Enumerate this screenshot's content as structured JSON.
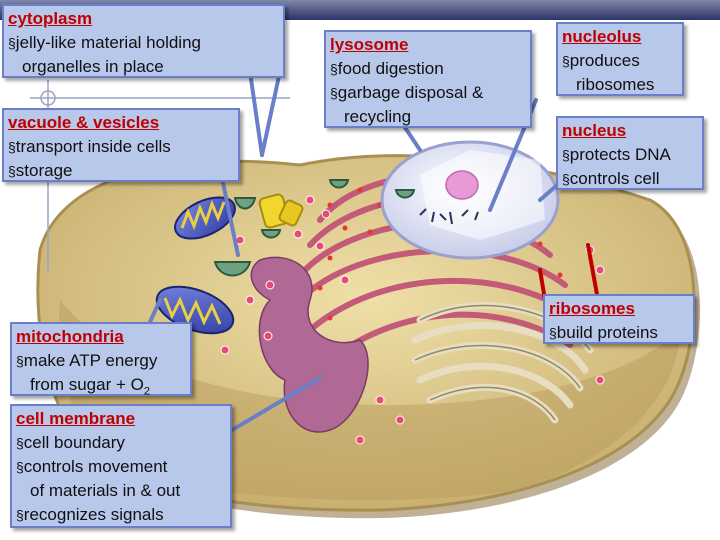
{
  "labels": {
    "cytoplasm": {
      "title": "cytoplasm",
      "lines": [
        "jelly-like material holding",
        "organelles in place"
      ]
    },
    "vacuole": {
      "title": "vacuole & vesicles",
      "lines": [
        "transport inside cells",
        "storage"
      ]
    },
    "mitochondria": {
      "title": "mitochondria",
      "line1": "make ATP energy",
      "line2_text": "from sugar + O",
      "line2_sub": "2"
    },
    "membrane": {
      "title": "cell membrane",
      "lines": [
        "cell boundary",
        "controls movement",
        "of materials in & out",
        "recognizes signals"
      ]
    },
    "lysosome": {
      "title": "lysosome",
      "lines": [
        "food digestion",
        "garbage disposal &",
        "recycling"
      ]
    },
    "nucleolus": {
      "title": "nucleolus",
      "lines": [
        "produces",
        "ribosomes"
      ]
    },
    "nucleus": {
      "title": "nucleus",
      "lines": [
        "protects DNA",
        "controls cell"
      ]
    },
    "ribosomes": {
      "title": "ribosomes",
      "lines": [
        "build proteins"
      ]
    }
  },
  "colors": {
    "label_fill": "#b8c8ea",
    "label_border": "#6a7fc8",
    "title_red": "#c00000",
    "pointer_blue": "#6a7fc8",
    "pointer_red": "#c00000",
    "cytoplasm": "#dcc88a",
    "nucleus": "#dfe3f7"
  },
  "icons": {
    "bullet": "section-sign-bullet",
    "crosshair": "crosshair-marker"
  }
}
